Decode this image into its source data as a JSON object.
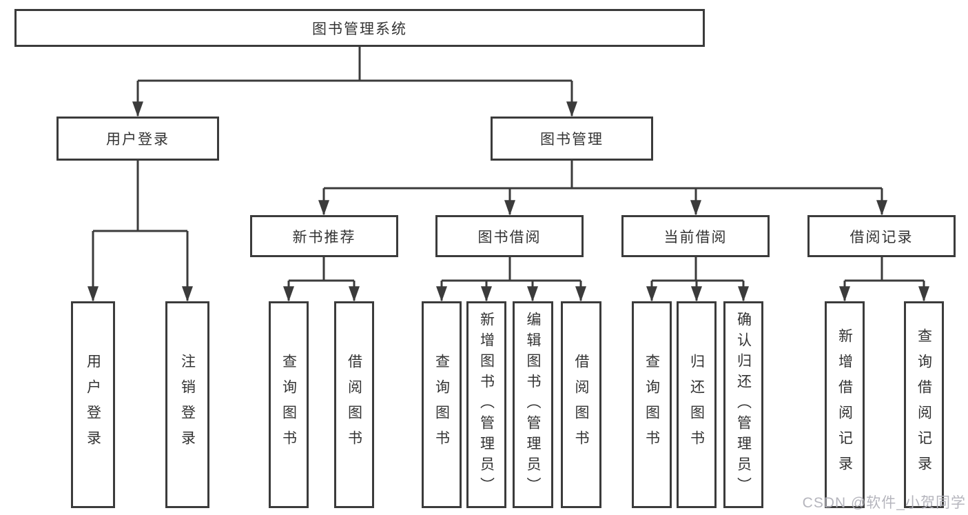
{
  "diagram": {
    "root": {
      "label": "图书管理系统"
    },
    "level2": [
      {
        "label": "用户登录"
      },
      {
        "label": "图书管理"
      }
    ],
    "level3": [
      {
        "label": "新书推荐"
      },
      {
        "label": "图书借阅"
      },
      {
        "label": "当前借阅"
      },
      {
        "label": "借阅记录"
      }
    ],
    "leaves": [
      {
        "label": "用户登录"
      },
      {
        "label": "注销登录"
      },
      {
        "label": "查询图书"
      },
      {
        "label": "借阅图书"
      },
      {
        "label": "查询图书"
      },
      {
        "label": "新增图书（管理员）"
      },
      {
        "label": "编辑图书（管理员）"
      },
      {
        "label": "借阅图书"
      },
      {
        "label": "查询图书"
      },
      {
        "label": "归还图书"
      },
      {
        "label": "确认归还（管理员）"
      },
      {
        "label": "新增借阅记录"
      },
      {
        "label": "查询借阅记录"
      }
    ],
    "watermark": "CSDN @软件_小贺同学",
    "colors": {
      "line": "#3b3b3b",
      "text": "#333333",
      "watermark": "#b2b2ba",
      "background": "#ffffff"
    }
  }
}
